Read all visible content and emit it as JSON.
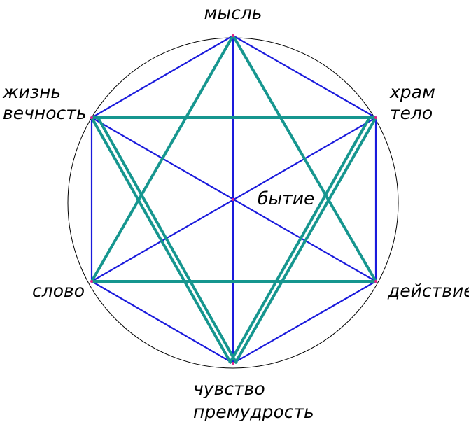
{
  "labels": {
    "top": "мысль",
    "upper_left_1": "жизнь",
    "upper_left_2": "вечность",
    "upper_right_1": "храм",
    "upper_right_2": "тело",
    "center": "бытие",
    "lower_left": "слово",
    "lower_right": "действие",
    "bottom_1": "чувство",
    "bottom_2": "премудрость"
  },
  "colors": {
    "circle": "#000000",
    "hexagon": "#1a1adc",
    "star": "#16968f",
    "vertex": "#e0208a",
    "text": "#000000"
  }
}
